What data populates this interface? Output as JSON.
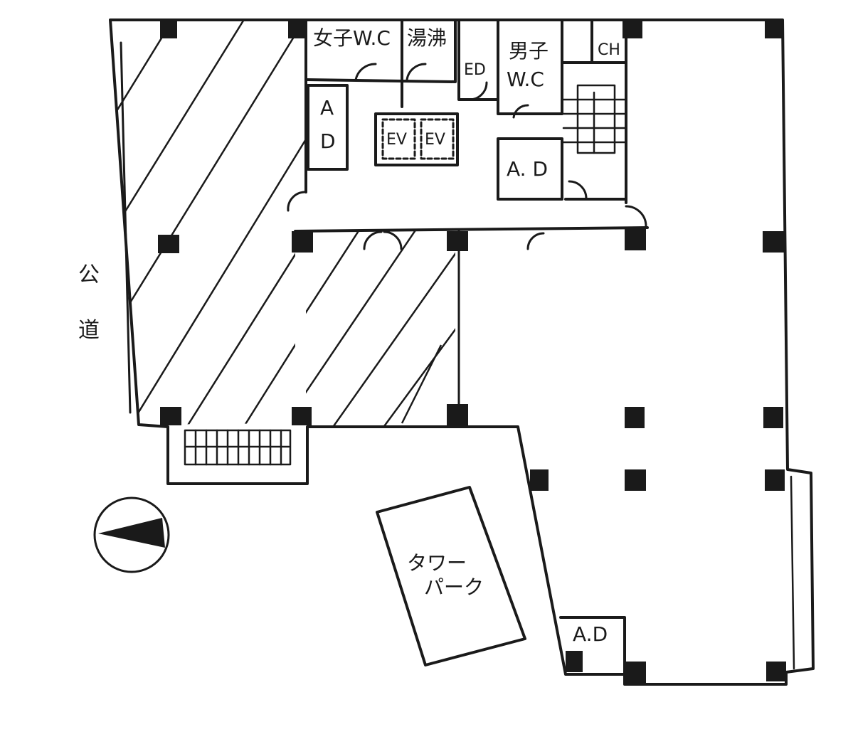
{
  "colors": {
    "ink": "#1a1a1a",
    "paper": "#ffffff"
  },
  "icons": {
    "north_arrow": "compass-north-arrow-icon"
  },
  "street": {
    "char1": "公",
    "char2": "道"
  },
  "rooms": {
    "womens_wc": "女子W.C",
    "kitchenette": "湯沸",
    "ed": "ED",
    "mens_wc_line1": "男子",
    "mens_wc_line2": "W.C",
    "ch": "CH",
    "ad_left_line1": "A",
    "ad_left_line2": "D",
    "ev_left": "EV",
    "ev_right": "EV",
    "ad_mid": "A. D",
    "ad_bottom": "A.D",
    "tower_park_line1": "タワー",
    "tower_park_line2": "パーク"
  }
}
